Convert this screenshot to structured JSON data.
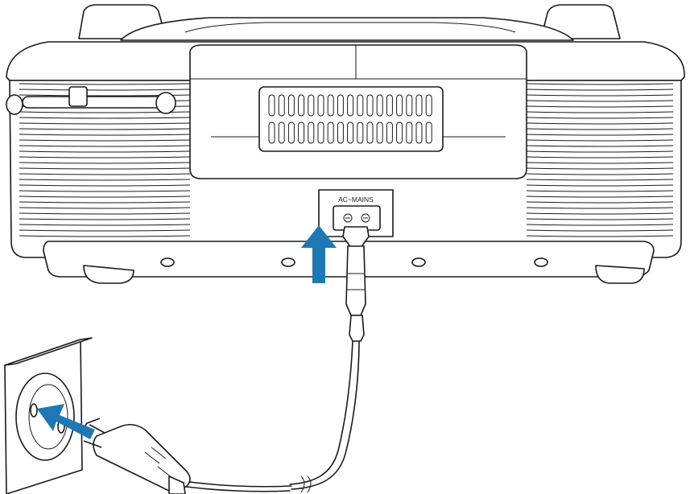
{
  "diagram": {
    "port_label": "AC~MAINS",
    "colors": {
      "arrow": "#1e78b4",
      "line": "#1a1a1a"
    },
    "icons": [
      "radio-unit",
      "ac-mains-socket",
      "power-cord",
      "wall-outlet",
      "euro-plug",
      "insert-arrow"
    ]
  }
}
